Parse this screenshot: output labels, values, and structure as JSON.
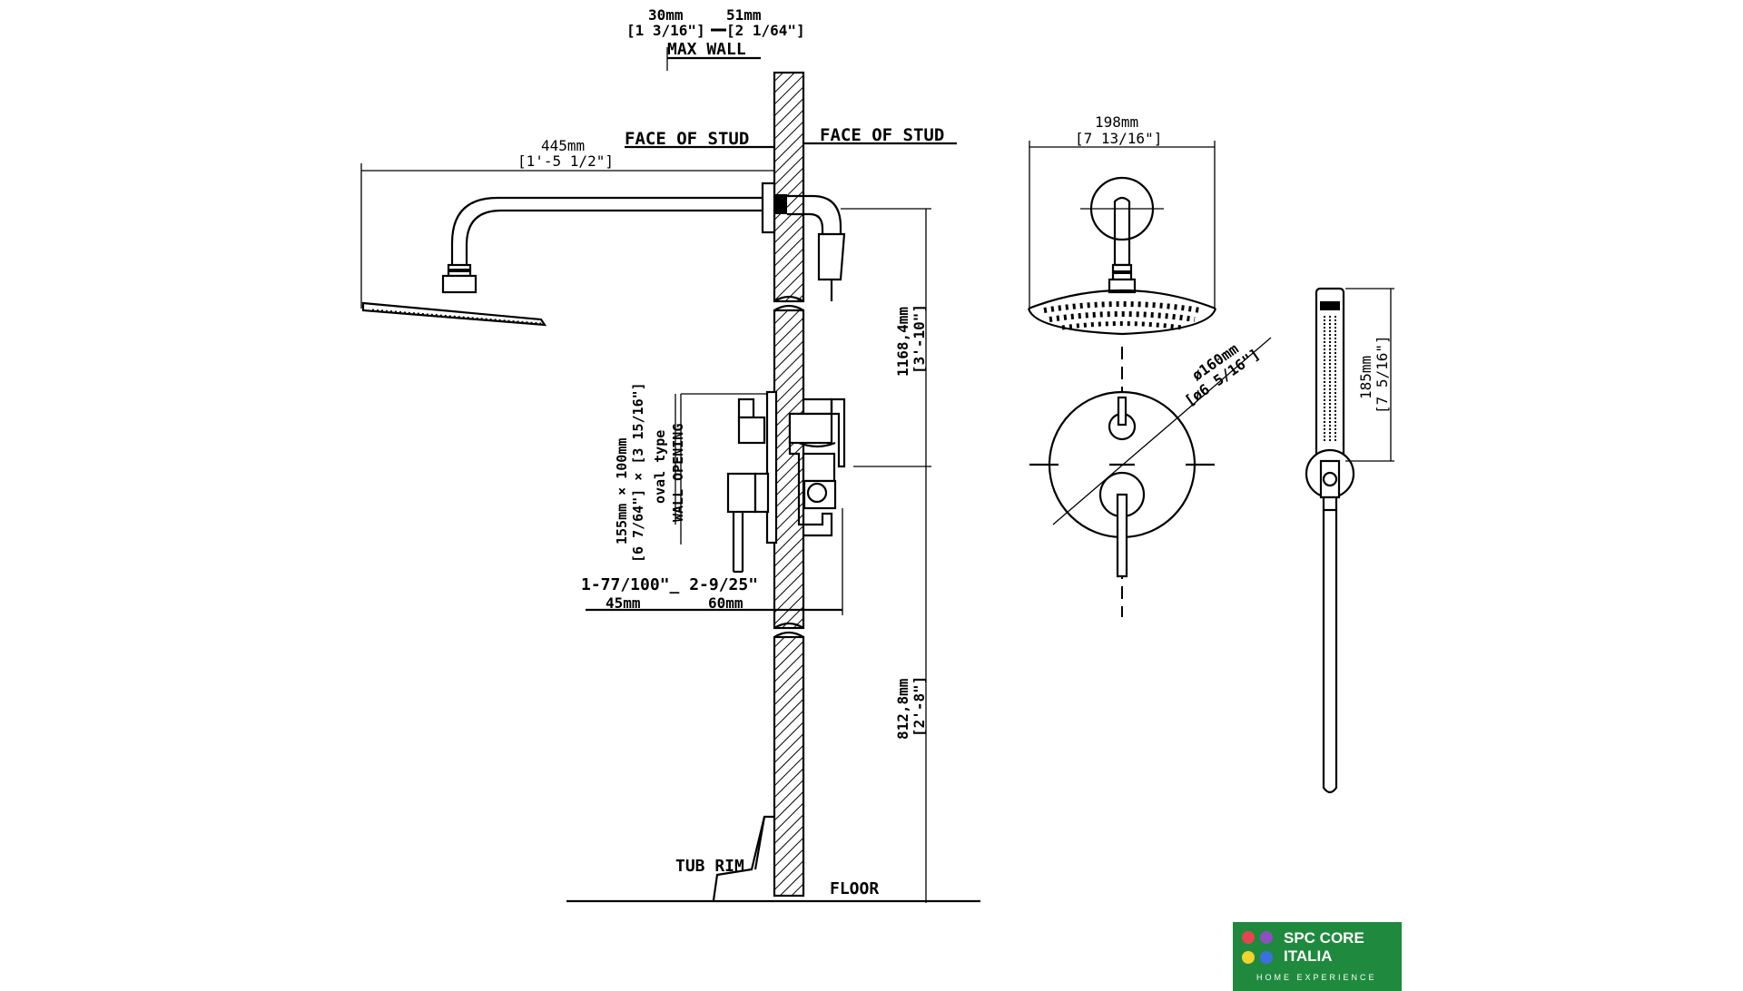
{
  "side_view": {
    "wall_30": "30mm",
    "wall_51": "51mm",
    "wall_30_in": "[1 3/16\"]",
    "wall_51_in": "[2 1/64\"]",
    "max_wall": "MAX WALL",
    "face_of_stud_left": "FACE OF STUD",
    "face_of_stud_right": "FACE OF STUD",
    "arm_length": "445mm",
    "arm_length_in": "[1'-5 1/2\"]",
    "height_head": "1168,4mm",
    "height_head_in": "[3'-10\"]",
    "height_valve": "812,8mm",
    "height_valve_in": "[2'-8\"]",
    "opening_mm": "155mm × 100mm",
    "opening_in": "[6 7/64\"] × [3 15/16\"]",
    "opening_type": "oval type",
    "opening_label": "WALL OPENING",
    "depth_in": "1-77/100\"_ 2-9/25\"",
    "depth_45": "45mm",
    "depth_60": "60mm",
    "tub_rim": "TUB RIM",
    "floor": "FLOOR"
  },
  "front_view": {
    "head_width": "198mm",
    "head_width_in": "[7 13/16\"]",
    "plate_diameter": "ø160mm",
    "plate_diameter_in": "[ø6 5/16\"]"
  },
  "hand_shower": {
    "length": "185mm",
    "length_in": "[7 5/16\"]"
  },
  "logo": {
    "line1": "SPC CORE",
    "line2": "ITALIA",
    "tagline": "HOME EXPERIENCE",
    "dot_colors": [
      "#e8434f",
      "#8e4fbf",
      "#f2d230",
      "#3d6fe0"
    ],
    "background": "#1f8a3d"
  }
}
